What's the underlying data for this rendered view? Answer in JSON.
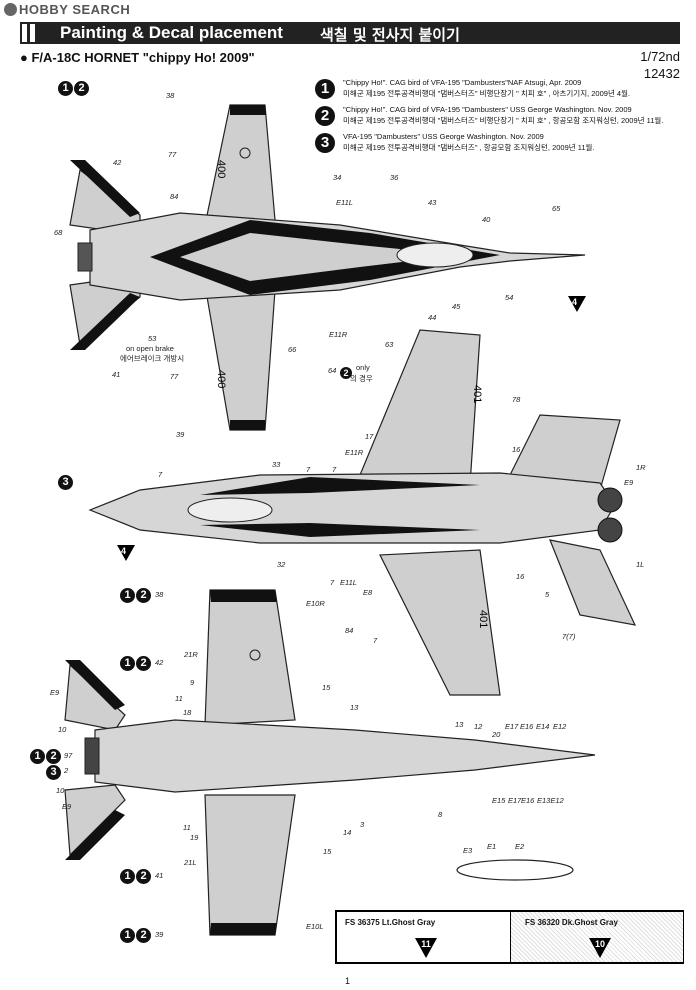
{
  "watermark": "HOBBY SEARCH",
  "header": {
    "title": "Painting & Decal placement",
    "title_ko": "색칠 및 전사지 붙이기"
  },
  "subtitle": "F/A-18C HORNET \"chippy Ho! 2009\"",
  "scale": "1/72nd",
  "kit_number": "12432",
  "versions": [
    {
      "num": "1",
      "en": "\"Chippy Ho!\". CAG bird of VFA-195 \"Dambusters\"NAF Atsugi, Apr. 2009",
      "ko": "미해군 제195 전투공격비행대 \"댐버스터즈\" 비행단장기 \" 치피 호\" , 아츠기기지, 2009년 4월."
    },
    {
      "num": "2",
      "en": "\"Chippy Ho!\". CAG bird of VFA-195 \"Dambusters\" USS George Washington. Nov. 2009",
      "ko": "미해군 제195 전투공격비행대 \"댐버스터즈\" 비행단장기 \" 치피 호\" , 항공모함 조지워싱턴, 2009년 11월."
    },
    {
      "num": "3",
      "en": "VFA-195 \"Dambusters\" USS George Washington. Nov. 2009",
      "ko": "미해군 제195 전투공격비행대 \"댐버스터즈\" , 항공모함 조지워싱턴, 2009년 11월."
    }
  ],
  "view_markers": {
    "top": [
      "1",
      "2"
    ],
    "side": "3",
    "bottom": [
      "1",
      "2"
    ]
  },
  "triangle_marker": "4",
  "callouts": {
    "top": {
      "n38": "38",
      "n77a": "77",
      "n42": "42",
      "n84": "84",
      "n34": "34",
      "n36": "36",
      "e11l": "E11L",
      "n43": "43",
      "n40": "40",
      "n65": "65",
      "n68": "68",
      "n54": "54",
      "n45": "45",
      "n44": "44",
      "n53": "53",
      "open_brake_en": "on open brake",
      "open_brake_ko": "에어브레이크 개방시",
      "n66": "66",
      "e11r": "E11R",
      "n63": "63",
      "n64": "64",
      "only_en": "only",
      "only_ko": "의 경우",
      "n41": "41",
      "n77b": "77",
      "n39": "39",
      "tail_number": "400"
    },
    "side": {
      "n78": "78",
      "n17": "17",
      "e11r": "E11R",
      "n16a": "16",
      "n1r": "1R",
      "e9": "E9",
      "n33": "33",
      "n7a": "7",
      "n7b": "7",
      "n7c": "7",
      "n32": "32",
      "n7d": "7",
      "e11l": "E11L",
      "e8": "E8",
      "n16b": "16",
      "n1l": "1L",
      "n5": "5",
      "n84": "84",
      "n7e": "7",
      "n7f": "7(7)",
      "tail_number": "401"
    },
    "bottom": {
      "n38": "38",
      "e10r": "E10R",
      "n42": "42",
      "n21r": "21R",
      "n9": "9",
      "e9a": "E9",
      "n10a": "10",
      "n11a": "11",
      "n15a": "15",
      "n13a": "13",
      "n18": "18",
      "n97": "97",
      "n2": "2",
      "n10b": "10",
      "e9b": "E9",
      "n11b": "11",
      "n19": "19",
      "n15b": "15",
      "n21l": "21L",
      "n41": "41",
      "n39": "39",
      "e10l": "E10L",
      "n14": "14",
      "n3": "3",
      "n8": "8",
      "n13b": "13",
      "n12": "12",
      "n20": "20",
      "e17a": "E17",
      "e16a": "E16",
      "e14": "E14",
      "e12a": "E12",
      "e15": "E15",
      "e17b": "E17",
      "e16b": "E16",
      "e13e12": "E13E12",
      "e3": "E3",
      "e1": "E1",
      "e2": "E2"
    }
  },
  "paint": {
    "light": {
      "code": "FS 36375 Lt.Ghost Gray",
      "num": "11",
      "color": "#c8c8c8"
    },
    "dark": {
      "code": "FS 36320 Dk.Ghost Gray",
      "num": "10",
      "color": "#8e8e8e"
    }
  },
  "page_number": "1"
}
